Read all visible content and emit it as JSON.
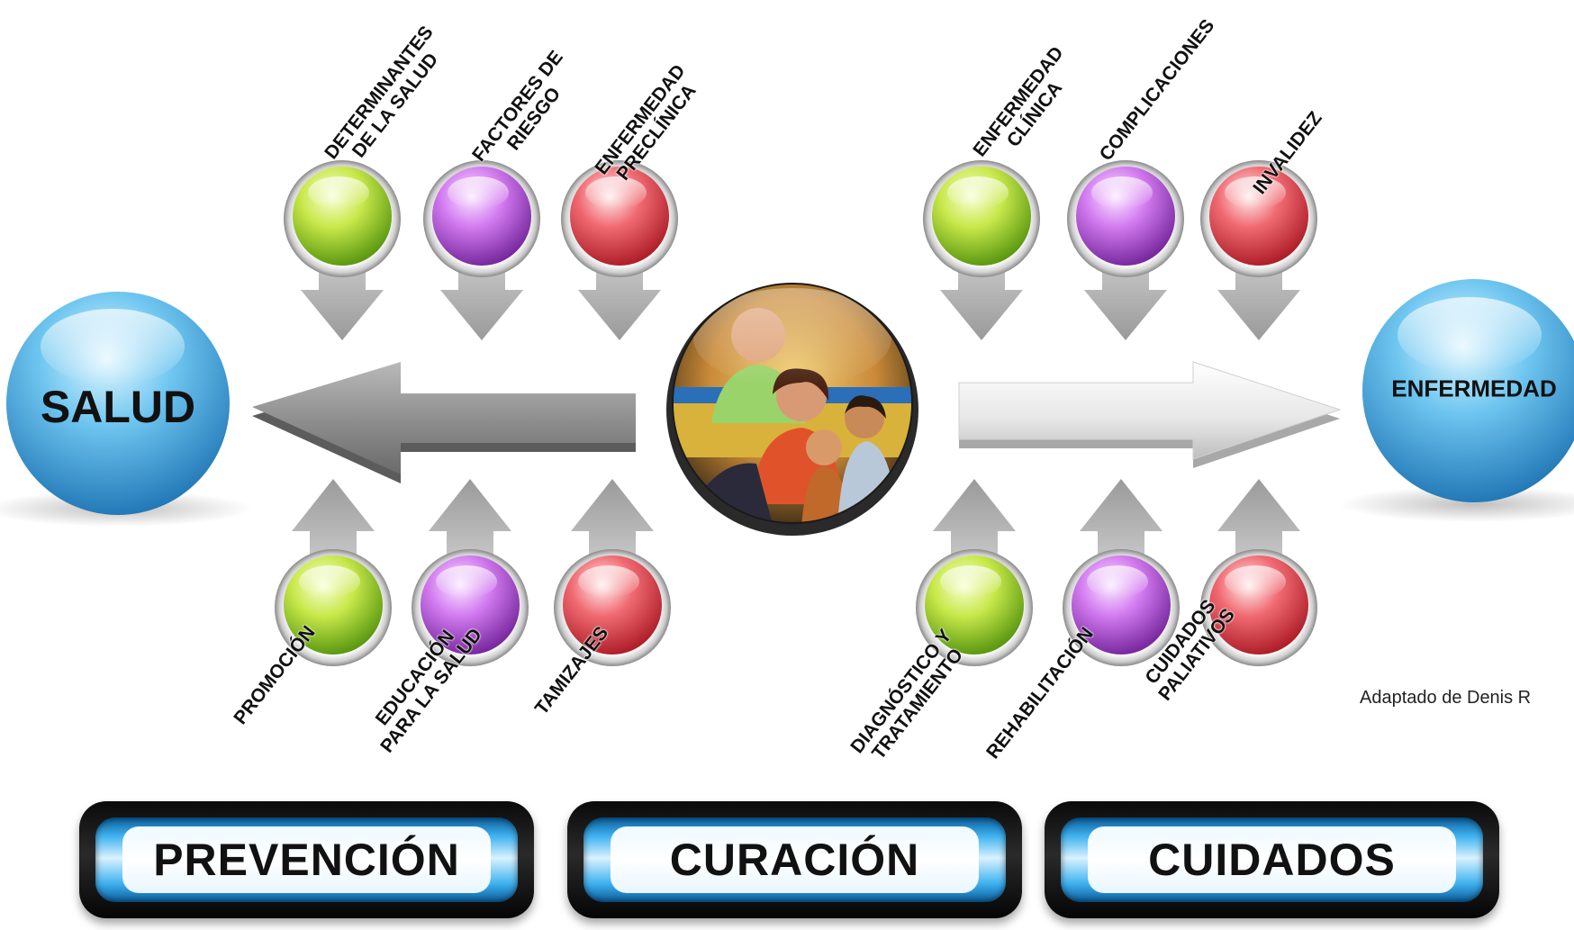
{
  "center": {
    "left": "SALUD",
    "right": "ENFERMEDAD"
  },
  "top_factors": [
    {
      "lines": [
        "DETERMINANTES",
        "DE LA SALUD"
      ],
      "color": "green"
    },
    {
      "lines": [
        "FACTORES DE",
        "RIESGO"
      ],
      "color": "purple"
    },
    {
      "lines": [
        "ENFERMEDAD",
        "PRECLÍNICA"
      ],
      "color": "red"
    },
    {
      "lines": [
        "ENFERMEDAD",
        "CLÍNICA"
      ],
      "color": "green"
    },
    {
      "lines": [
        "COMPLICACIONES"
      ],
      "color": "purple"
    },
    {
      "lines": [
        "INVALIDEZ"
      ],
      "color": "red"
    }
  ],
  "bottom_actions": [
    {
      "lines": [
        "PROMOCIÓN"
      ],
      "color": "green"
    },
    {
      "lines": [
        "EDUCACIÓN",
        "PARA LA SALUD"
      ],
      "color": "purple"
    },
    {
      "lines": [
        "TAMIZAJES"
      ],
      "color": "red"
    },
    {
      "lines": [
        "DIAGNÓSTICO Y",
        "TRATAMIENTO"
      ],
      "color": "green"
    },
    {
      "lines": [
        "REHABILITACIÓN"
      ],
      "color": "purple"
    },
    {
      "lines": [
        "CUIDADOS",
        "PALIATIVOS"
      ],
      "color": "red"
    }
  ],
  "phases": [
    "PREVENCIÓN",
    "CURACIÓN",
    "CUIDADOS"
  ],
  "credit": "Adaptado de Denis R",
  "colors": {
    "green": "#c8e84a",
    "purple": "#d27af0",
    "red": "#f06a72",
    "blue": "#3aa8e0",
    "arrow_gray": "#9a9a9a"
  }
}
